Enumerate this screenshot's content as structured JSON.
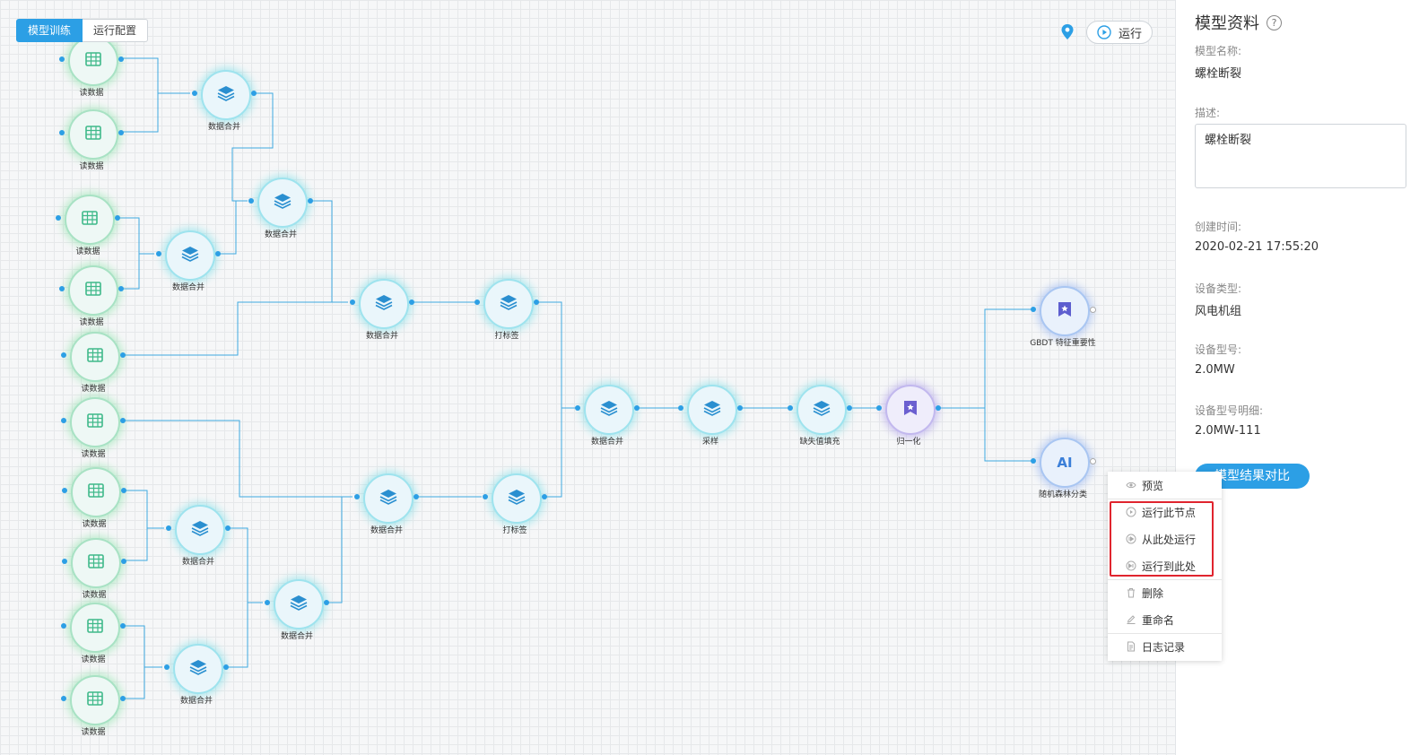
{
  "tabs": [
    {
      "label": "模型训练",
      "active": true
    },
    {
      "label": "运行配置",
      "active": false
    }
  ],
  "toolbar": {
    "run_label": "运行"
  },
  "nodes": {
    "read_data": "读数据",
    "merge": "数据合并",
    "label": "打标签",
    "sample": "采样",
    "fill": "缺失值填充",
    "normalize": "归一化",
    "gbdt": "GBDT 特征重要性",
    "rf": "随机森林分类",
    "ai_text": "AI"
  },
  "panel": {
    "title": "模型资料",
    "name_label": "模型名称:",
    "name_value": "螺栓断裂",
    "desc_label": "描述:",
    "desc_value": "螺栓断裂",
    "created_label": "创建时间:",
    "created_value": "2020-02-21 17:55:20",
    "device_type_label": "设备类型:",
    "device_type_value": "风电机组",
    "device_model_label": "设备型号:",
    "device_model_value": "2.0MW",
    "device_detail_label": "设备型号明细:",
    "device_detail_value": "2.0MW-111",
    "compare_button": "模型结果对比"
  },
  "context_menu": {
    "preview": "预览",
    "run_node": "运行此节点",
    "run_from": "从此处运行",
    "run_to": "运行到此处",
    "delete": "删除",
    "rename": "重命名",
    "log": "日志记录"
  },
  "colors": {
    "accent": "#2c9fe5",
    "edge": "#3fa9e0",
    "highlight": "#e0242e",
    "read_icon": "#3fb98a",
    "merge_icon": "#2a8fd0",
    "norm_icon": "#6b5fd0"
  }
}
